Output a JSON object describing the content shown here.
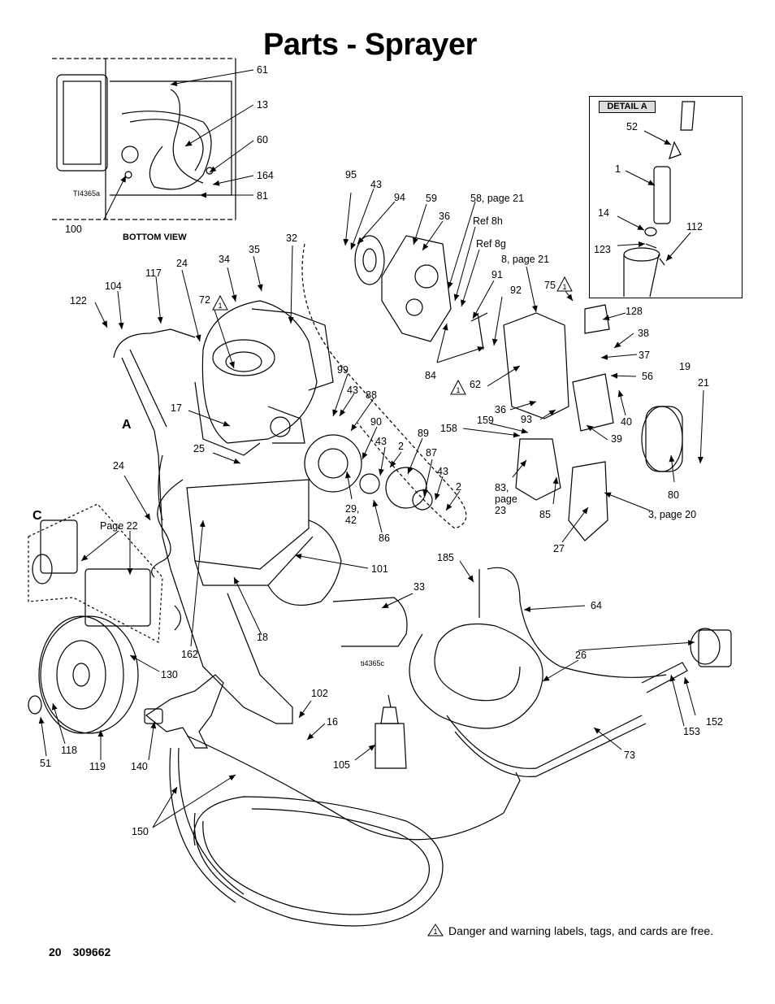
{
  "page": {
    "title": "Parts - Sprayer",
    "footer_page": "20",
    "footer_doc": "309662"
  },
  "views": {
    "bottom_view": "BOTTOM VIEW",
    "bottom_view_ref": "TI4365a",
    "main_ref": "ti4365c",
    "detail_a": "DETAIL A",
    "detail_letter_a": "A",
    "detail_letter_c": "C"
  },
  "callouts": {
    "c61": "61",
    "c13": "13",
    "c60": "60",
    "c164": "164",
    "c81": "81",
    "c100": "100",
    "c95": "95",
    "c43a": "43",
    "c94": "94",
    "c59": "59",
    "c58": "58, page 21",
    "c36a": "36",
    "cref8h": "Ref 8h",
    "cref8g": "Ref 8g",
    "c32": "32",
    "c35": "35",
    "c34": "34",
    "c24a": "24",
    "c117": "117",
    "c104": "104",
    "c122": "122",
    "c72": "72",
    "c8": "8, page 21",
    "c91": "91",
    "c92": "92",
    "c75": "75",
    "c128": "128",
    "c38": "38",
    "c37": "37",
    "c19": "19",
    "c21": "21",
    "c56": "56",
    "c84": "84",
    "c62": "62",
    "c99": "99",
    "c43b": "43",
    "c88": "88",
    "c17": "17",
    "c36b": "36",
    "c93": "93",
    "c40": "40",
    "c158": "158",
    "c159": "159",
    "c39": "39",
    "c90": "90",
    "c43c": "43",
    "c2a": "2",
    "c89": "89",
    "c25": "25",
    "c87": "87",
    "c43d": "43",
    "c2b": "2",
    "c24b": "24",
    "c83": "83,\npage\n23",
    "c85": "85",
    "c80": "80",
    "c3": "3, page 20",
    "c29": "29,\n42",
    "c86": "86",
    "c27": "27",
    "cpage22": "Page 22",
    "c185": "185",
    "c101": "101",
    "c33": "33",
    "c64": "64",
    "c18": "18",
    "c162": "162",
    "c26": "26",
    "c130": "130",
    "c102": "102",
    "c16": "16",
    "c152": "152",
    "c153": "153",
    "c73": "73",
    "c105": "105",
    "c51": "51",
    "c118": "118",
    "c119": "119",
    "c140": "140",
    "c150": "150",
    "c52": "52",
    "c1": "1",
    "c14": "14",
    "c112": "112",
    "c123": "123"
  },
  "warning_marker": "1",
  "note": "Danger and warning labels, tags, and cards are free."
}
